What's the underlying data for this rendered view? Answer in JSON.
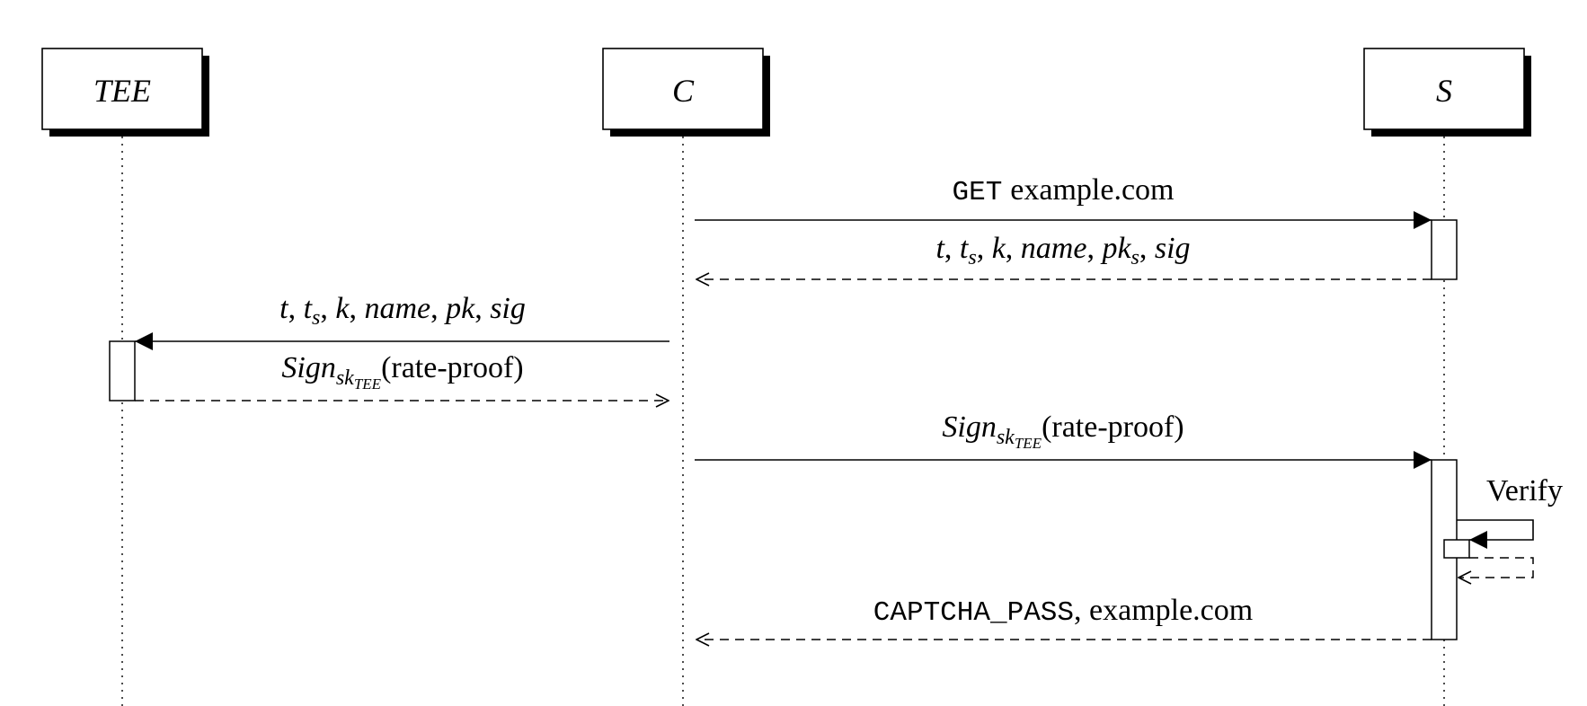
{
  "actors": [
    {
      "id": "tee",
      "name": "TEE"
    },
    {
      "id": "c",
      "name": "C"
    },
    {
      "id": "s",
      "name": "S"
    }
  ],
  "messages": {
    "get": {
      "method": "GET",
      "target": "example.com"
    },
    "challenge": {
      "t": "t",
      "ts_base": "t",
      "ts_sub": "s",
      "k": "k",
      "name": "name",
      "pks_base": "pk",
      "pks_sub": "s",
      "sig": "sig",
      "sep": ", "
    },
    "forward": {
      "t": "t",
      "ts_base": "t",
      "ts_sub": "s",
      "k": "k",
      "name": "name",
      "pk": "pk",
      "sig": "sig",
      "sep": ", "
    },
    "sign_reply": {
      "fn": "Sign",
      "sub": "sk",
      "subsub": "TEE",
      "arg": "(rate-proof)"
    },
    "sign_send": {
      "fn": "Sign",
      "sub": "sk",
      "subsub": "TEE",
      "arg": "(rate-proof)"
    },
    "verify": {
      "label": "Verify"
    },
    "pass": {
      "token": "CAPTCHA_PASS",
      "rest": ", example.com"
    }
  }
}
